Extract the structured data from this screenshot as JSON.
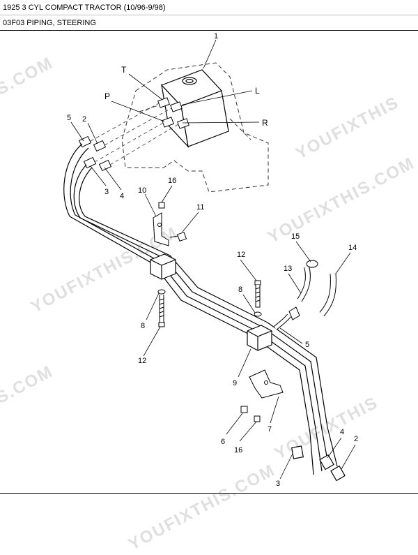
{
  "header": {
    "model": "1925 3 CYL COMPACT TRACTOR (10/96-9/98)",
    "section": "03F03 PIPING, STEERING"
  },
  "watermarks": [
    {
      "text": "S.COM"
    },
    {
      "text": "YOUFIXTHIS"
    },
    {
      "text": "YOUFIXTHIS.COM"
    },
    {
      "text": "YOUFIXTHIS.COM"
    },
    {
      "text": "S.COM"
    },
    {
      "text": "YOUFIXTHIS"
    },
    {
      "text": "YOUFIXTHIS.COM"
    }
  ],
  "callouts": [
    {
      "id": "c1",
      "label": "1"
    },
    {
      "id": "cT",
      "label": "T"
    },
    {
      "id": "cL",
      "label": "L"
    },
    {
      "id": "cP",
      "label": "P"
    },
    {
      "id": "cR",
      "label": "R"
    },
    {
      "id": "c5a",
      "label": "5"
    },
    {
      "id": "c2a",
      "label": "2"
    },
    {
      "id": "c3a",
      "label": "3"
    },
    {
      "id": "c4a",
      "label": "4"
    },
    {
      "id": "c10",
      "label": "10"
    },
    {
      "id": "c16a",
      "label": "16"
    },
    {
      "id": "c11",
      "label": "11"
    },
    {
      "id": "c15",
      "label": "15"
    },
    {
      "id": "c14",
      "label": "14"
    },
    {
      "id": "c12a",
      "label": "12"
    },
    {
      "id": "c13",
      "label": "13"
    },
    {
      "id": "c8a",
      "label": "8"
    },
    {
      "id": "c8b",
      "label": "8"
    },
    {
      "id": "c5b",
      "label": "5"
    },
    {
      "id": "c12b",
      "label": "12"
    },
    {
      "id": "c9",
      "label": "9"
    },
    {
      "id": "c7",
      "label": "7"
    },
    {
      "id": "c6",
      "label": "6"
    },
    {
      "id": "c16b",
      "label": "16"
    },
    {
      "id": "c4b",
      "label": "4"
    },
    {
      "id": "c2b",
      "label": "2"
    },
    {
      "id": "c3b",
      "label": "3"
    }
  ]
}
